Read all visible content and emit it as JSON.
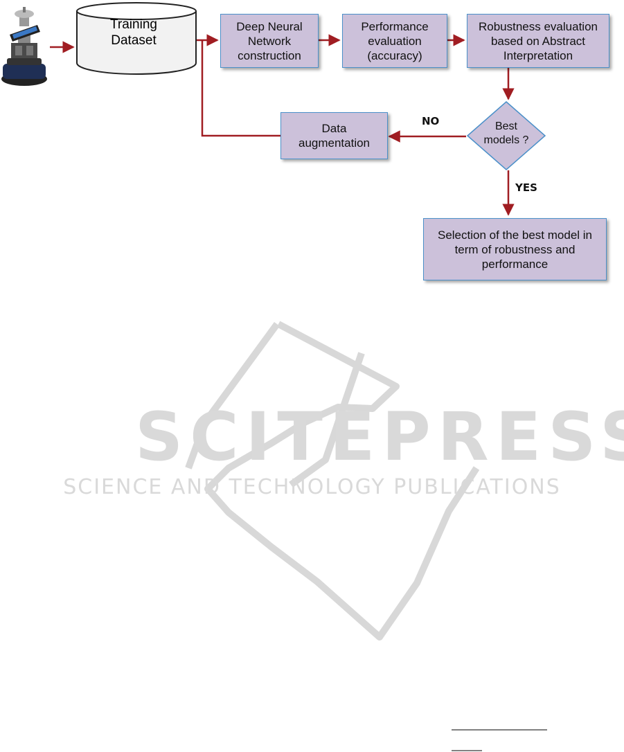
{
  "diagram": {
    "cylinder_label": "Training\nDataset",
    "boxes": {
      "dnn": "Deep Neural\nNetwork\nconstruction",
      "perf": "Performance\nevaluation\n(accuracy)",
      "robust": "Robustness evaluation\nbased on Abstract\nInterpretation",
      "augment": "Data\naugmentation",
      "select": "Selection of the best model in\nterm of robustness and\nperformance"
    },
    "decision": "Best\nmodels ?",
    "edge_labels": {
      "no": "NO",
      "yes": "YES"
    },
    "colors": {
      "box_fill": "#ccc1da",
      "box_border": "#4a90c9",
      "arrow": "#a01d22"
    }
  },
  "watermark": {
    "title": "SCITEPRESS",
    "subtitle": "SCIENCE AND TECHNOLOGY PUBLICATIONS"
  }
}
